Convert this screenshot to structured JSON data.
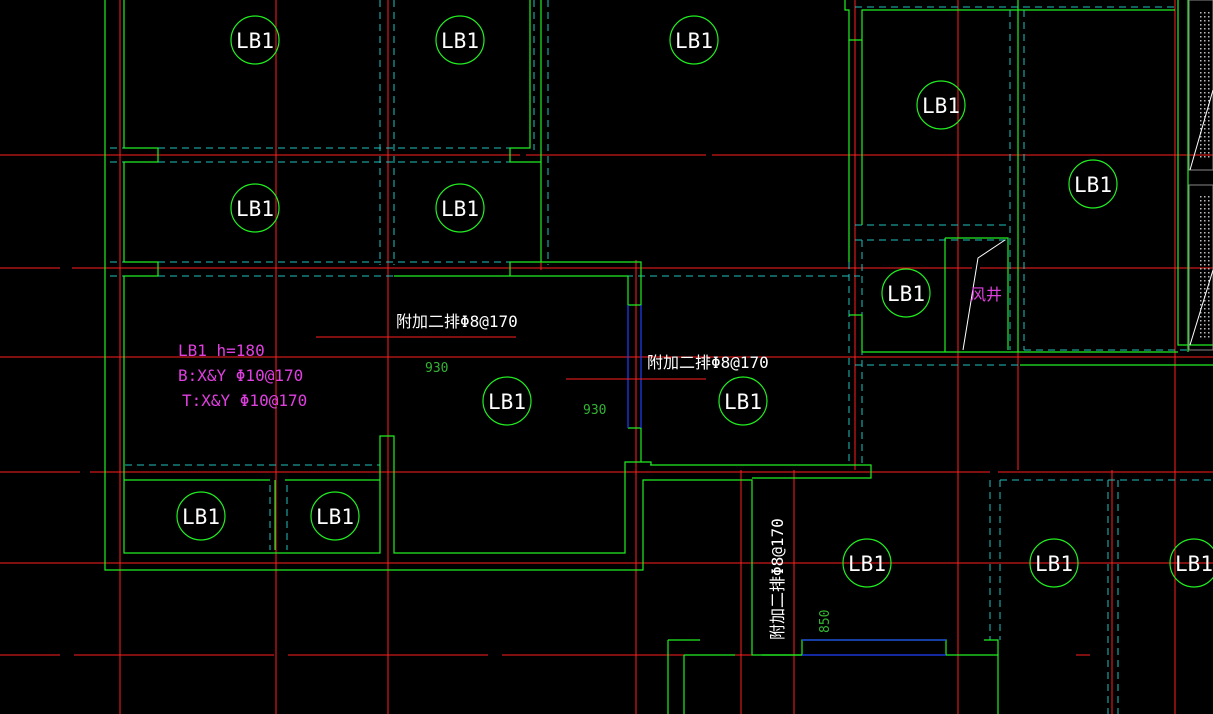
{
  "drawing": {
    "colors": {
      "background": "#000000",
      "axis_line": "#ff2020",
      "wall_line": "#22ee22",
      "hidden_beam": "#20c0c0",
      "label_circle": "#22ee22",
      "note_white": "#ffffff",
      "note_magenta": "#e040e0",
      "dimension": "#33b433",
      "rebar_blue": "#2040ff",
      "hatch": "#ffffff"
    },
    "slab_tag": "LB1",
    "slab_spec": {
      "line1": "LB1  h=180",
      "line2": "B:X&Y  Φ10@170",
      "line3": "T:X&Y  Φ10@170"
    },
    "rebar_notes": {
      "note_a": "附加二排Φ8@170",
      "note_b": "附加二排Φ8@170",
      "note_c": "附加二排Φ8@170"
    },
    "dimensions": {
      "dim_a": "930",
      "dim_b": "930",
      "dim_c": "850"
    },
    "shaft_label": "风井"
  }
}
